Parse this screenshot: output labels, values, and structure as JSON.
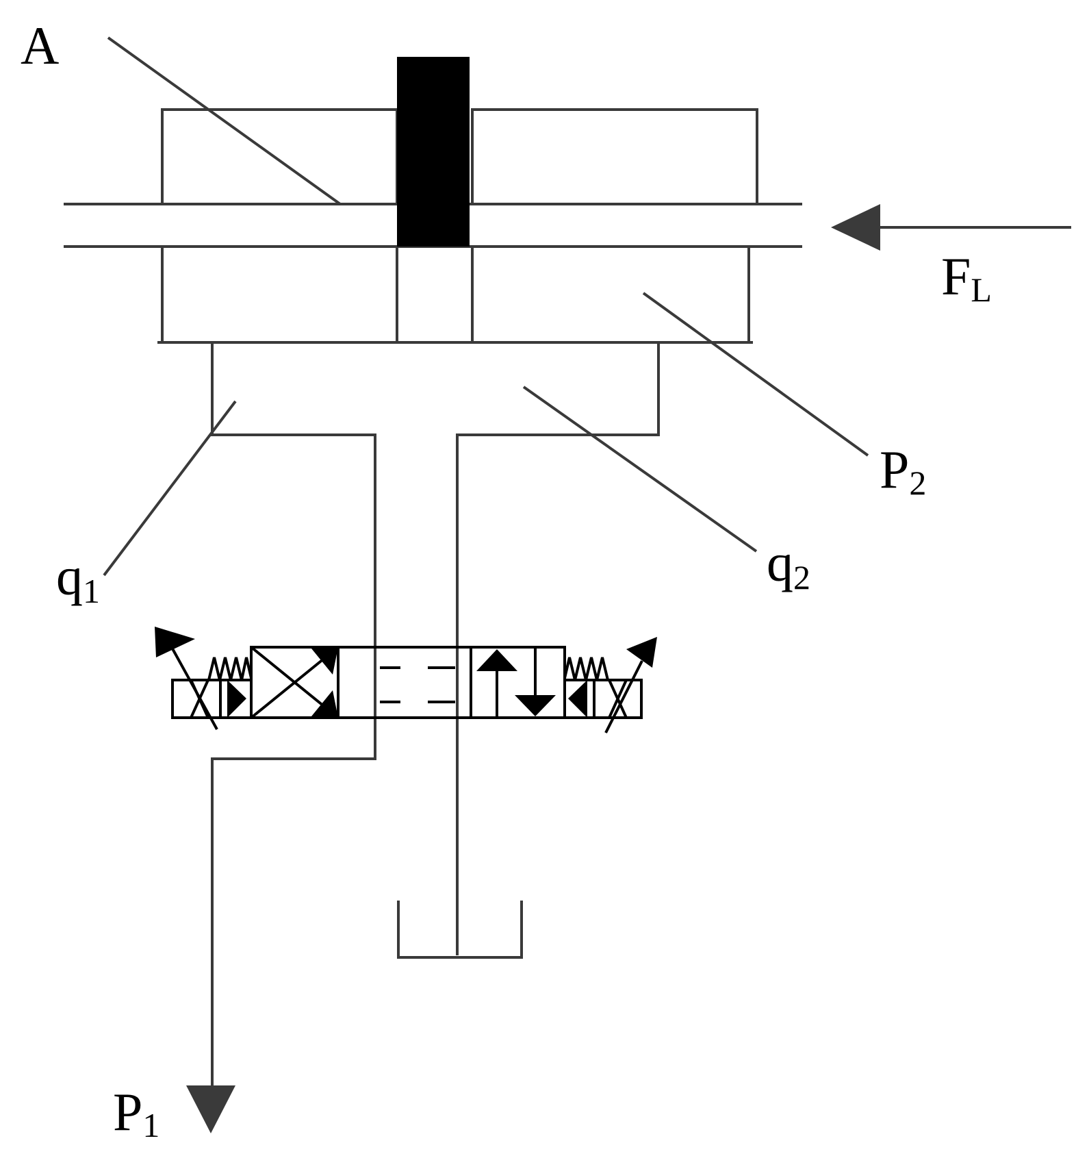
{
  "labels": {
    "area": "A",
    "load_force_main": "F",
    "load_force_sub": "L",
    "pressure2_main": "P",
    "pressure2_sub": "2",
    "flow1_main": "q",
    "flow1_sub": "1",
    "flow2_main": "q",
    "flow2_sub": "2",
    "pressure1_main": "P",
    "pressure1_sub": "1"
  },
  "colors": {
    "line": "#3a3a3a",
    "piston": "#000000",
    "hatch": "#333333",
    "background": "#ffffff"
  }
}
